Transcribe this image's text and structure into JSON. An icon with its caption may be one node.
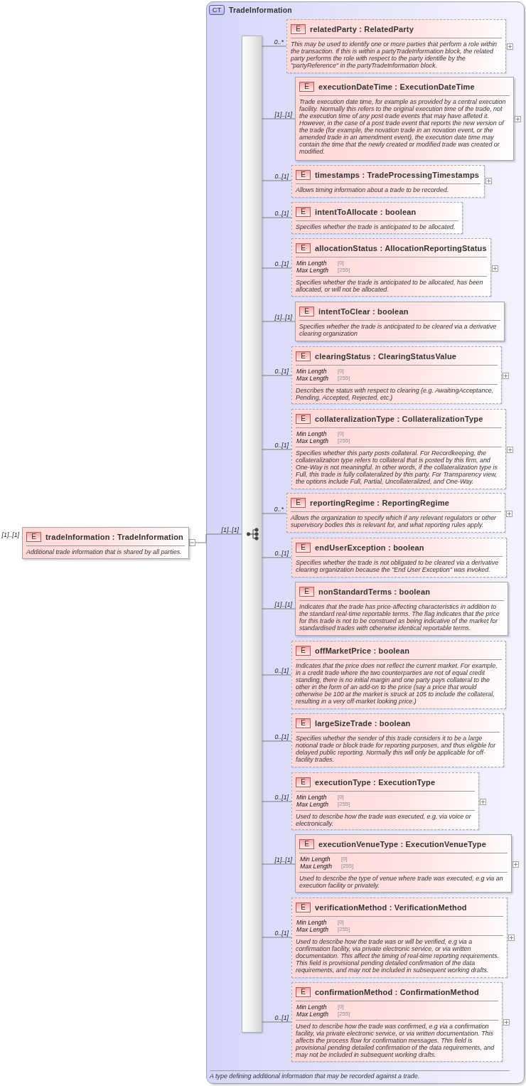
{
  "diagram": {
    "nodes": [
      {
        "text": [
          "E",
          "tradeInformation : TradeInformation",
          "Additional trade information that is shared by all parties."
        ],
        "beside": [
          "[1]..[1]"
        ]
      },
      {
        "text": [
          "CT",
          "TradeInformation",
          "A type defining additional information that may be recorded against a trade."
        ]
      },
      {
        "text": [],
        "shape": "bar",
        "in": 1
      },
      {
        "text": [
          "E",
          "relatedParty : RelatedParty",
          "This may be used to identify one or more parties that perform a role within the transaction. If this is within a partyTradeInformation block, the related party performs the role with respect to the party identifie by the \"partyReference\" in the partyTradeInformation block."
        ],
        "in": 1
      },
      {
        "text": [
          "E",
          "executionDateTime : ExecutionDateTime",
          "Trade execution date time, for example as provided by a central execution facility. Normally this refers to the original execution time of the trade, not the execution time of any post-trade events that may have affeted it. However, in the case of a post trade event that reports the new version of the trade (for example, the novation trade in an novation event, or the amended trade in an amendment event), the execution date time may contain the time that the newly created or modified trade was created or modified."
        ],
        "in": 1
      },
      {
        "text": [
          "E",
          "timestamps : TradeProcessingTimestamps",
          "Allows timing information about a trade to be recorded."
        ],
        "in": 1
      },
      {
        "text": [
          "E",
          "intentToAllocate : boolean",
          "Specifies whether the trade is anticipated to be allocated."
        ],
        "in": 1
      },
      {
        "text": [
          "E",
          "allocationStatus : AllocationReportingStatus",
          "Min Length",
          "[0]",
          "Max Length",
          "[255]",
          "Specifies whether the trade is anticipated to be allocated, has been allocated, or will not be allocated."
        ],
        "in": 1
      },
      {
        "text": [
          "E",
          "intentToClear : boolean",
          "Specifies whether the trade is anticipated to be cleared via a derivative clearing organization"
        ],
        "in": 1
      },
      {
        "text": [
          "E",
          "clearingStatus : ClearingStatusValue",
          "Min Length",
          "[0]",
          "Max Length",
          "[255]",
          "Describes the status with respect to clearing (e.g. AwaitingAcceptance, Pending, Accepted, Rejected, etc.)"
        ],
        "in": 1
      },
      {
        "text": [
          "E",
          "collateralizationType : CollateralizationType",
          "Min Length",
          "[0]",
          "Max Length",
          "[255]",
          "Specifies whether this party posts collateral. For Recordkeeping, the collateralization type refers to collateral that is posted by this firm, and One-Way is not meaningful. In other words, if the collateralization type is Full, this trade is fully collateralized by this party. For Transparency view, the options include Full, Partial, Uncollateralized, and One-Way."
        ],
        "in": 1
      },
      {
        "text": [
          "E",
          "reportingRegime : ReportingRegime",
          "Allows the organization to specify which if any relevant regulators or other supervisory bodies this is relevant for, and what reporting rules apply."
        ],
        "in": 1
      },
      {
        "text": [
          "E",
          "endUserException : boolean",
          "Specifies whether the trade is not obligated to be cleared via a derivative clearing organization because the \"End User Exception\" was invoked."
        ],
        "in": 1
      },
      {
        "text": [
          "E",
          "nonStandardTerms : boolean",
          "Indicates that the trade has price-affecting characteristics in addition to the standard real-time reportable terms. The flag indicates that the price for this trade is not to be construed as being indicative of the market for standardised trades with otherwise identical reportable terms."
        ],
        "in": 1
      },
      {
        "text": [
          "E",
          "offMarketPrice : boolean",
          "Indicates that the price does not reflect the current market. For example, in a credit trade where the two counterparties are not of equal credit standing, there is no initial margin and one party pays collateral to the other in the form of an add-on to the price (say a price that would otherwise be 100 at the market is struck at 105 to include the collateral, resulting in a very off-market looking price.)"
        ],
        "in": 1
      },
      {
        "text": [
          "E",
          "largeSizeTrade : boolean",
          "Specifies whether the sender of this trade considers it to be a large notional trade or block trade for reporting purposes, and thus eligible for delayed public reporting. Normally this will only be applicable for off-facility trades."
        ],
        "in": 1
      },
      {
        "text": [
          "E",
          "executionType : ExecutionType",
          "Min Length",
          "[0]",
          "Max Length",
          "[255]",
          "Used to describe how the trade was executed, e.g. via voice or electronically."
        ],
        "in": 1
      },
      {
        "text": [
          "E",
          "executionVenueType : ExecutionVenueType",
          "Min Length",
          "[0]",
          "Max Length",
          "[255]",
          "Used to describe the type of venue where trade was executed, e.g via an execution facility or privately."
        ],
        "in": 1
      },
      {
        "text": [
          "E",
          "verificationMethod : VerificationMethod",
          "Min Length",
          "[0]",
          "Max Length",
          "[255]",
          "Used to describe how the trade was or will be verified, e.g via a confirmation facility, via private electronic service, or via written documentation. This affect the timing of real-time reporting requirements. This field is provisional pending detailed confirmation of the data requirements, and may not be included in subsequent working drafts."
        ],
        "in": 1
      },
      {
        "text": [
          "E",
          "confirmationMethod : ConfirmationMethod",
          "Min Length",
          "[0]",
          "Max Length",
          "[255]",
          "Used to describe how the trade was confirmed, e.g via a confirmation facility, via private electronic service, or via written documentation. This affects the process flow for confirmation messages. This field is provisional pending detailed confirmation of the data requirements, and may not be included in subsequent working drafts."
        ],
        "in": 1
      }
    ],
    "edges": [
      {
        "from": 0,
        "to": 2,
        "arrow": "other",
        "label": "[1]..[1]"
      },
      {
        "from": 2,
        "to": 3,
        "arrow": "none",
        "label": "0..*"
      },
      {
        "from": 2,
        "to": 4,
        "arrow": "none",
        "label": "[1]..[1]"
      },
      {
        "from": 2,
        "to": 5,
        "arrow": "none",
        "label": "0..[1]"
      },
      {
        "from": 2,
        "to": 6,
        "arrow": "none",
        "label": "0..[1]"
      },
      {
        "from": 2,
        "to": 7,
        "arrow": "none",
        "label": "0..[1]"
      },
      {
        "from": 2,
        "to": 8,
        "arrow": "none",
        "label": "[1]..[1]"
      },
      {
        "from": 2,
        "to": 9,
        "arrow": "none",
        "label": "0..[1]"
      },
      {
        "from": 2,
        "to": 10,
        "arrow": "none",
        "label": "0..[1]"
      },
      {
        "from": 2,
        "to": 11,
        "arrow": "none",
        "label": "0..*"
      },
      {
        "from": 2,
        "to": 12,
        "arrow": "none",
        "label": "0..[1]"
      },
      {
        "from": 2,
        "to": 13,
        "arrow": "none",
        "label": "[1]..[1]"
      },
      {
        "from": 2,
        "to": 14,
        "arrow": "none",
        "label": "0..[1]"
      },
      {
        "from": 2,
        "to": 15,
        "arrow": "none",
        "label": "0..[1]"
      },
      {
        "from": 2,
        "to": 16,
        "arrow": "none",
        "label": "0..[1]"
      },
      {
        "from": 2,
        "to": 17,
        "arrow": "none",
        "label": "[1]..[1]"
      },
      {
        "from": 2,
        "to": 18,
        "arrow": "none",
        "label": "0..[1]"
      },
      {
        "from": 2,
        "to": 19,
        "arrow": "none",
        "label": "0..[1]"
      }
    ]
  }
}
